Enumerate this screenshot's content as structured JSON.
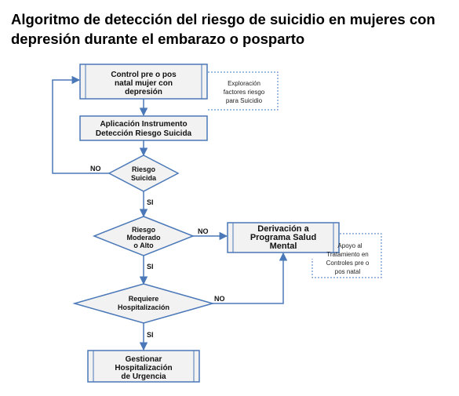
{
  "title": {
    "line1": "Algoritmo  de detección del riesgo de suicidio en mujeres con",
    "line2": "depresión durante el embarazo o posparto"
  },
  "nodes": {
    "control": [
      "Control pre o pos",
      "natal mujer con",
      "depresión"
    ],
    "aplicacion": [
      "Aplicación Instrumento",
      "Detección Riesgo Suicida"
    ],
    "riesgo_suicida": [
      "Riesgo",
      "Suicida"
    ],
    "riesgo_moderado": [
      "Riesgo",
      "Moderado",
      "o Alto"
    ],
    "derivacion": [
      "Derivación a",
      "Programa Salud",
      "Mental"
    ],
    "hospitalizacion_q": [
      "Requiere",
      "Hospitalización"
    ],
    "gestionar": [
      "Gestionar",
      "Hospitalización",
      "de Urgencia"
    ]
  },
  "notes": {
    "exploracion": [
      "Exploración",
      "factores riesgo",
      "para Suicidio"
    ],
    "apoyo": [
      "Apoyo al",
      "Tratamiento en",
      "Controles pre o",
      "pos natal"
    ]
  },
  "labels": {
    "no": "NO",
    "si": "SI"
  },
  "colors": {
    "line": "#4a78b8",
    "box_fill": "#f2f2f2",
    "note_border": "#4a78b8"
  }
}
